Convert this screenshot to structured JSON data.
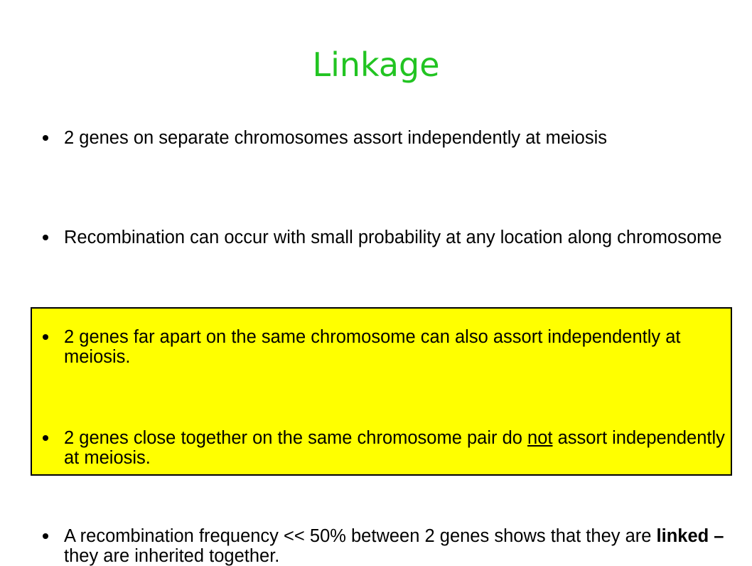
{
  "slide": {
    "title": "Linkage",
    "title_color": "#22c422",
    "highlight_color": "#ffff00"
  },
  "bullets": [
    {
      "text": "2 genes on separate chromosomes assort independently at meiosis"
    },
    {
      "text": "Recombination can occur with small probability at any location along chromosome"
    },
    {
      "text": "2 genes far apart on the same chromosome can also assort independently at meiosis."
    },
    {
      "text_before": "2 genes close together on the same chromosome pair do ",
      "emphasis": "not",
      "text_after": " assort independently at meiosis."
    },
    {
      "text_before": "A recombination frequency << 50% between 2 genes shows that they are ",
      "emphasis": "linked –",
      "text_after": " they are inherited together."
    }
  ]
}
